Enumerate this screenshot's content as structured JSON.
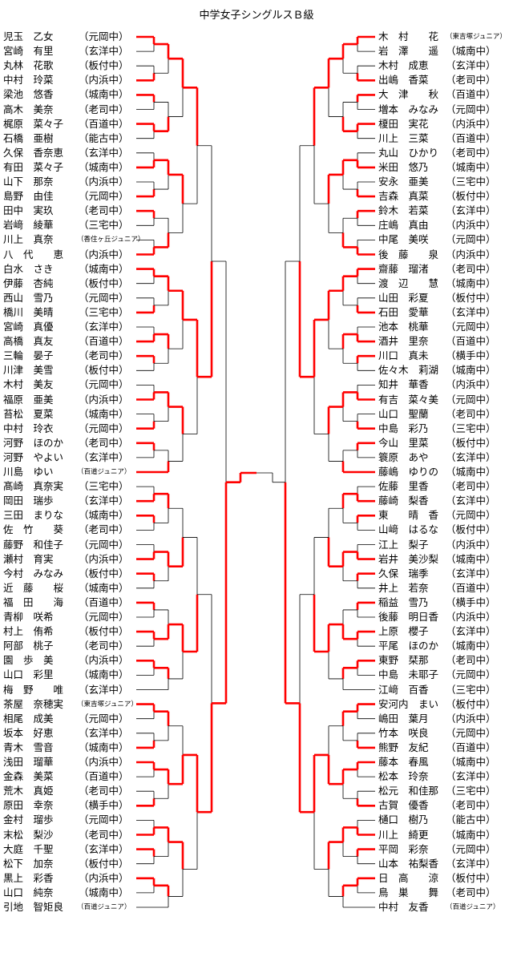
{
  "title": "中学女子シングルスＢ級",
  "left": [
    {
      "name": "児玉　乙女",
      "team": "（元岡中）"
    },
    {
      "name": "宮崎　有里",
      "team": "（玄洋中）"
    },
    {
      "name": "丸林　花歌",
      "team": "（板付中）"
    },
    {
      "name": "中村　玲菜",
      "team": "（内浜中）"
    },
    {
      "name": "梁池　悠香",
      "team": "（城南中）"
    },
    {
      "name": "高木　美奈",
      "team": "（老司中）"
    },
    {
      "name": "梶原　菜々子",
      "team": "（百道中）"
    },
    {
      "name": "石橋　亜樹",
      "team": "（能古中）"
    },
    {
      "name": "久保　香奈恵",
      "team": "（玄洋中）"
    },
    {
      "name": "有田　菜々子",
      "team": "（城南中）"
    },
    {
      "name": "山下　那奈",
      "team": "（内浜中）"
    },
    {
      "name": "島野　由佳",
      "team": "（元岡中）"
    },
    {
      "name": "田中　実玖",
      "team": "（老司中）"
    },
    {
      "name": "岩﨑　綾華",
      "team": "（三宅中）"
    },
    {
      "name": "川上　真奈",
      "team": "（香住ヶ丘ジュニア）"
    },
    {
      "name": "八　代　　恵",
      "team": "（内浜中）"
    },
    {
      "name": "白水　さき",
      "team": "（城南中）"
    },
    {
      "name": "伊藤　杏純",
      "team": "（板付中）"
    },
    {
      "name": "西山　雪乃",
      "team": "（元岡中）"
    },
    {
      "name": "橋川　美晴",
      "team": "（三宅中）"
    },
    {
      "name": "宮崎　真優",
      "team": "（玄洋中）"
    },
    {
      "name": "高橋　真友",
      "team": "（百道中）"
    },
    {
      "name": "三輪　晏子",
      "team": "（老司中）"
    },
    {
      "name": "川津　美雪",
      "team": "（板付中）"
    },
    {
      "name": "木村　美友",
      "team": "（元岡中）"
    },
    {
      "name": "福原　亜美",
      "team": "（内浜中）"
    },
    {
      "name": "苔松　夏菜",
      "team": "（城南中）"
    },
    {
      "name": "中村　玲衣",
      "team": "（元岡中）"
    },
    {
      "name": "河野　ほのか",
      "team": "（老司中）"
    },
    {
      "name": "河野　やよい",
      "team": "（玄洋中）"
    },
    {
      "name": "川島　ゆい",
      "team": "（百道ジュニア）"
    },
    {
      "name": "髙崎　真奈実",
      "team": "（三宅中）"
    },
    {
      "name": "岡田　瑞歩",
      "team": "（玄洋中）"
    },
    {
      "name": "三田　まりな",
      "team": "（城南中）"
    },
    {
      "name": "佐　竹　　葵",
      "team": "（老司中）"
    },
    {
      "name": "藤野　和佳子",
      "team": "（元岡中）"
    },
    {
      "name": "瀬村　育実",
      "team": "（内浜中）"
    },
    {
      "name": "今村　みなみ",
      "team": "（板付中）"
    },
    {
      "name": "近　藤　　桜",
      "team": "（城南中）"
    },
    {
      "name": "福　田　　海",
      "team": "（百道中）"
    },
    {
      "name": "青柳　咲希",
      "team": "（元岡中）"
    },
    {
      "name": "村上　侑希",
      "team": "（板付中）"
    },
    {
      "name": "阿部　桃子",
      "team": "（老司中）"
    },
    {
      "name": "園　歩　美",
      "team": "（内浜中）"
    },
    {
      "name": "山口　彩里",
      "team": "（城南中）"
    },
    {
      "name": "梅　野　　唯",
      "team": "（玄洋中）"
    },
    {
      "name": "茶屋　奈穂実",
      "team": "（東吉塚ジュニア）"
    },
    {
      "name": "相尾　成美",
      "team": "（元岡中）"
    },
    {
      "name": "坂本　好恵",
      "team": "（玄洋中）"
    },
    {
      "name": "青木　雪音",
      "team": "（城南中）"
    },
    {
      "name": "浅田　瑠華",
      "team": "（内浜中）"
    },
    {
      "name": "金森　美菜",
      "team": "（百道中）"
    },
    {
      "name": "荒木　真姫",
      "team": "（老司中）"
    },
    {
      "name": "原田　幸奈",
      "team": "（横手中）"
    },
    {
      "name": "金村　瑠歩",
      "team": "（元岡中）"
    },
    {
      "name": "末松　梨沙",
      "team": "（老司中）"
    },
    {
      "name": "大庭　千聖",
      "team": "（玄洋中）"
    },
    {
      "name": "松下　加奈",
      "team": "（板付中）"
    },
    {
      "name": "黒上　彩香",
      "team": "（内浜中）"
    },
    {
      "name": "山口　純奈",
      "team": "（城南中）"
    },
    {
      "name": "引地　智矩良",
      "team": "（百道ジュニア）"
    }
  ],
  "right": [
    {
      "name": "木　村　　花",
      "team": "（東吉塚ジュニア）"
    },
    {
      "name": "岩　澤　　遥",
      "team": "（城南中）"
    },
    {
      "name": "木村　成恵",
      "team": "（玄洋中）"
    },
    {
      "name": "出嶋　香菜",
      "team": "（老司中）"
    },
    {
      "name": "大　津　　秋",
      "team": "（百道中）"
    },
    {
      "name": "増本　みなみ",
      "team": "（元岡中）"
    },
    {
      "name": "榎田　実花",
      "team": "（内浜中）"
    },
    {
      "name": "川上　三菜",
      "team": "（百道中）"
    },
    {
      "name": "丸山　ひかり",
      "team": "（老司中）"
    },
    {
      "name": "米田　悠乃",
      "team": "（城南中）"
    },
    {
      "name": "安永　亜美",
      "team": "（三宅中）"
    },
    {
      "name": "吉森　真菜",
      "team": "（板付中）"
    },
    {
      "name": "鈴木　若菜",
      "team": "（玄洋中）"
    },
    {
      "name": "庄嶋　真由",
      "team": "（内浜中）"
    },
    {
      "name": "中尾　美咲",
      "team": "（元岡中）"
    },
    {
      "name": "後　藤　　泉",
      "team": "（内浜中）"
    },
    {
      "name": "齋藤　瑠渚",
      "team": "（老司中）"
    },
    {
      "name": "渡　辺　　慧",
      "team": "（城南中）"
    },
    {
      "name": "山田　彩夏",
      "team": "（板付中）"
    },
    {
      "name": "石田　愛華",
      "team": "（玄洋中）"
    },
    {
      "name": "池本　桃華",
      "team": "（元岡中）"
    },
    {
      "name": "酒井　里奈",
      "team": "（百道中）"
    },
    {
      "name": "川口　真未",
      "team": "（横手中）"
    },
    {
      "name": "佐々木　莉湖",
      "team": "（城南中）"
    },
    {
      "name": "知井　華香",
      "team": "（内浜中）"
    },
    {
      "name": "有吉　菜々美",
      "team": "（元岡中）"
    },
    {
      "name": "山口　聖蘭",
      "team": "（老司中）"
    },
    {
      "name": "中島　彩乃",
      "team": "（三宅中）"
    },
    {
      "name": "今山　里菜",
      "team": "（板付中）"
    },
    {
      "name": "簑原　あや",
      "team": "（玄洋中）"
    },
    {
      "name": "藤嶋　ゆりの",
      "team": "（城南中）"
    },
    {
      "name": "佐藤　里香",
      "team": "（老司中）"
    },
    {
      "name": "藤崎　梨香",
      "team": "（玄洋中）"
    },
    {
      "name": "東　　晴　香",
      "team": "（元岡中）"
    },
    {
      "name": "山﨑　はるな",
      "team": "（板付中）"
    },
    {
      "name": "江上　梨子",
      "team": "（内浜中）"
    },
    {
      "name": "岩井　美沙梨",
      "team": "（城南中）"
    },
    {
      "name": "久保　瑞季",
      "team": "（玄洋中）"
    },
    {
      "name": "井上　若奈",
      "team": "（百道中）"
    },
    {
      "name": "稲益　雪乃",
      "team": "（横手中）"
    },
    {
      "name": "後藤　明日香",
      "team": "（内浜中）"
    },
    {
      "name": "上原　櫻子",
      "team": "（玄洋中）"
    },
    {
      "name": "平尾　ほのか",
      "team": "（城南中）"
    },
    {
      "name": "東野　栞那",
      "team": "（老司中）"
    },
    {
      "name": "中島　未耶子",
      "team": "（元岡中）"
    },
    {
      "name": "江﨑　百香",
      "team": "（三宅中）"
    },
    {
      "name": "安河内　まい",
      "team": "（板付中）"
    },
    {
      "name": "嶋田　葉月",
      "team": "（内浜中）"
    },
    {
      "name": "竹本　咲良",
      "team": "（元岡中）"
    },
    {
      "name": "熊野　友紀",
      "team": "（百道中）"
    },
    {
      "name": "藤本　春風",
      "team": "（城南中）"
    },
    {
      "name": "松本　玲奈",
      "team": "（玄洋中）"
    },
    {
      "name": "松元　和佳那",
      "team": "（三宅中）"
    },
    {
      "name": "古賀　優香",
      "team": "（老司中）"
    },
    {
      "name": "樋口　樹乃",
      "team": "（能古中）"
    },
    {
      "name": "川上　綺更",
      "team": "（城南中）"
    },
    {
      "name": "平岡　彩奈",
      "team": "（元岡中）"
    },
    {
      "name": "山本　祐梨香",
      "team": "（玄洋中）"
    },
    {
      "name": "日　高　　涼",
      "team": "（板付中）"
    },
    {
      "name": "鳥　巣　　舞",
      "team": "（老司中）"
    },
    {
      "name": "中村　友香",
      "team": "（百道ジュニア）"
    }
  ],
  "colors": {
    "line": "#000000",
    "win": "#ff0000"
  }
}
